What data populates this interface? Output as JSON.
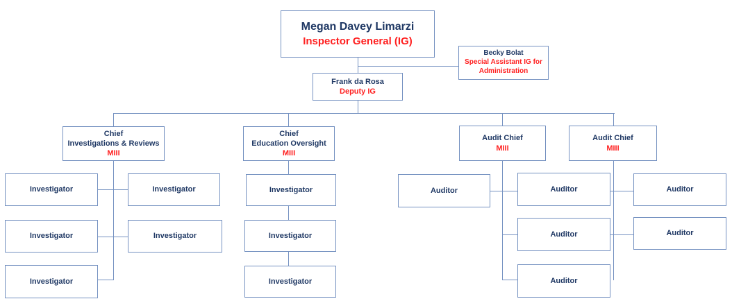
{
  "document": {
    "type": "organizational-chart",
    "title": "Office of Inspector General organizational chart"
  },
  "colors": {
    "name_text": "#1f3864",
    "role_text": "#ff2020",
    "box_border": "#7390c0",
    "connector": "#7390c0",
    "background": "#ffffff"
  },
  "nodes": {
    "inspector_general": {
      "name": "Megan Davey Limarzi",
      "role": "Inspector General (IG)"
    },
    "special_assistant": {
      "name": "Becky Bolat",
      "role_line1": "Special Assistant IG for",
      "role_line2": "Administration"
    },
    "deputy_ig": {
      "name": "Frank da Rosa",
      "role": "Deputy IG"
    },
    "chief_investigations": {
      "name_line1": "Chief",
      "name_line2": "Investigations & Reviews",
      "role": "MIII"
    },
    "chief_education": {
      "name_line1": "Chief",
      "name_line2": "Education Oversight",
      "role": "MIII"
    },
    "audit_chief_1": {
      "name": "Audit Chief",
      "role": "MIII"
    },
    "audit_chief_2": {
      "name": "Audit Chief",
      "role": "MIII"
    }
  },
  "investigations_staff": {
    "left_column": [
      {
        "name": "Investigator"
      },
      {
        "name": "Investigator"
      },
      {
        "name": "Investigator"
      }
    ],
    "right_column": [
      {
        "name": "Investigator"
      },
      {
        "name": "Investigator"
      }
    ]
  },
  "education_staff": [
    {
      "name": "Investigator"
    },
    {
      "name": "Investigator"
    },
    {
      "name": "Investigator"
    }
  ],
  "audit_staff": {
    "far_left": [
      {
        "name": "Auditor"
      }
    ],
    "middle_column": [
      {
        "name": "Auditor"
      },
      {
        "name": "Auditor"
      },
      {
        "name": "Auditor"
      }
    ],
    "right_column": [
      {
        "name": "Auditor"
      },
      {
        "name": "Auditor"
      }
    ]
  }
}
